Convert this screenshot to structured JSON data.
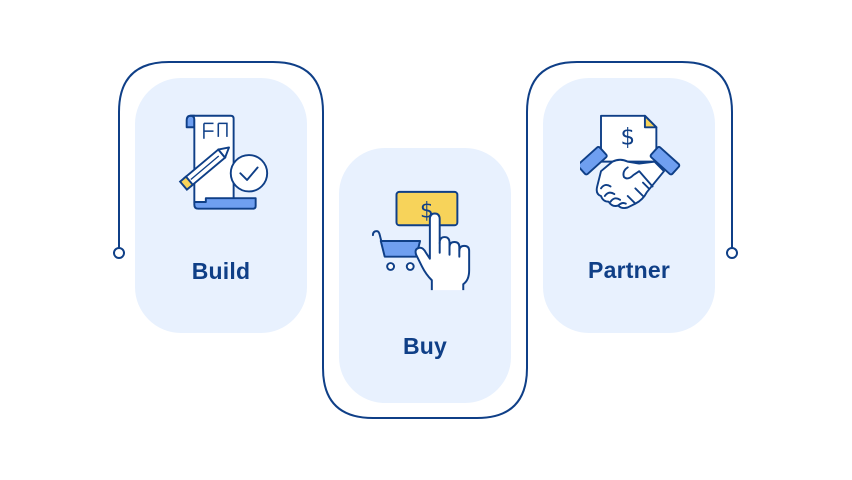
{
  "colors": {
    "background": "#ffffff",
    "card_fill": "#e8f1fe",
    "outline": "#0f3f87",
    "label_text": "#0f3f87",
    "accent_blue": "#6f9ff0",
    "accent_yellow": "#f7d35a"
  },
  "steps": [
    {
      "label": "Build",
      "icon": "blueprint-pencil-checkmark-icon"
    },
    {
      "label": "Buy",
      "icon": "hand-tap-dollar-cart-icon"
    },
    {
      "label": "Partner",
      "icon": "handshake-contract-icon"
    }
  ]
}
